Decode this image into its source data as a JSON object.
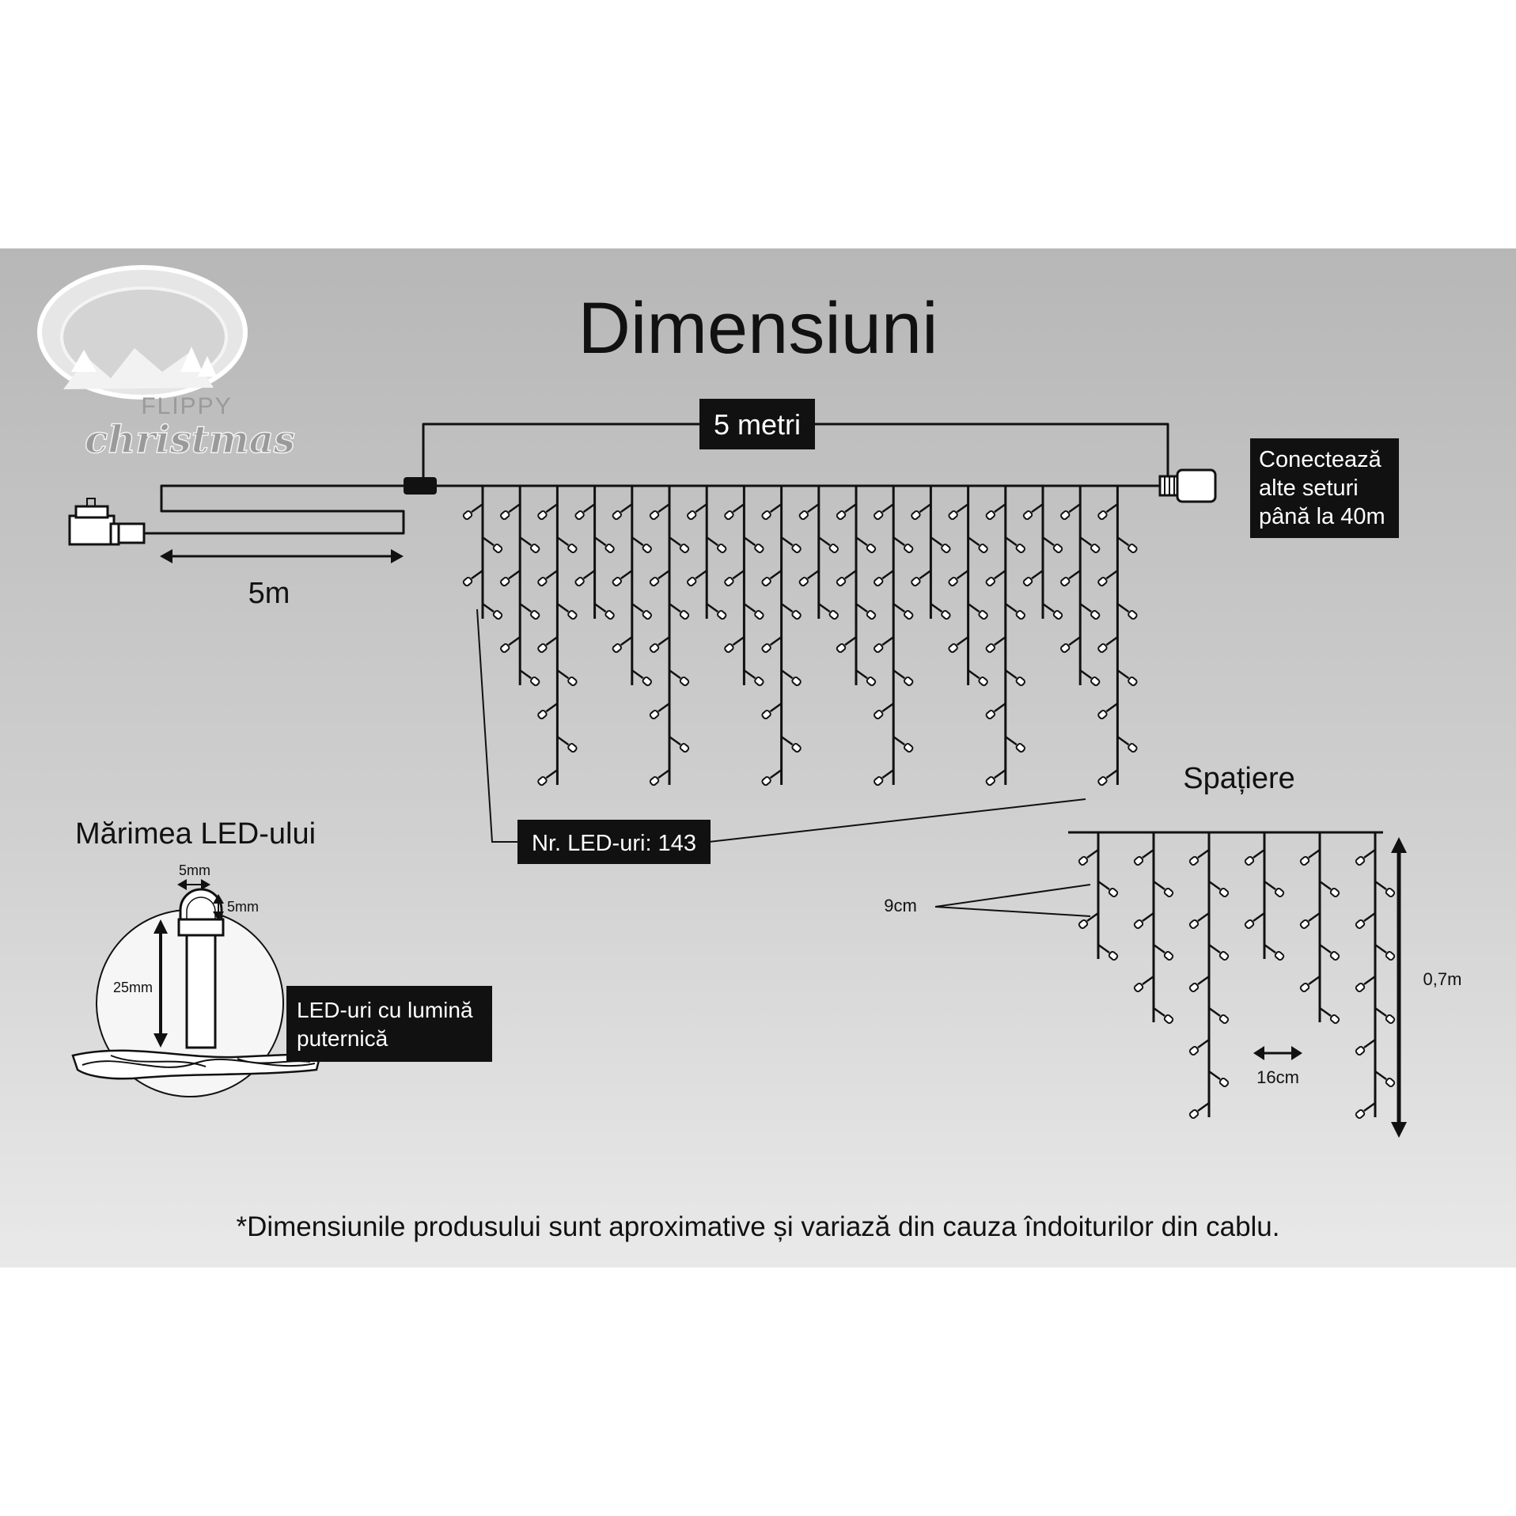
{
  "title": "Dimensiuni",
  "brand": {
    "line1": "FLIPPY",
    "line2": "christmas"
  },
  "length_label": "5 metri",
  "lead_cable_label": "5m",
  "connect_note": [
    "Conectează",
    "alte seturi",
    "până la 40m"
  ],
  "led_count_label": "Nr. LED-uri: 143",
  "led_size": {
    "heading": "Mărimea LED-ului",
    "width_label": "5mm",
    "cap_label": "5mm",
    "height_label": "25mm",
    "note": [
      "LED-uri cu lumină",
      "puternică"
    ]
  },
  "spacing": {
    "heading": "Spațiere",
    "vertical_label": "9cm",
    "horizontal_label": "16cm",
    "drop_label": "0,7m"
  },
  "footnote": "*Dimensiunile produsului sunt aproximative și variază din cauza îndoiturilor din cablu.",
  "colors": {
    "ink": "#111111",
    "panel_top": "#b7b7b7",
    "panel_bottom": "#e9e9e9",
    "label_bg": "#111111"
  },
  "main_pattern": [
    4,
    6,
    9,
    4,
    6,
    9,
    4,
    6,
    9,
    4,
    6,
    9,
    4,
    6,
    9,
    4,
    6,
    9
  ],
  "detail_pattern": [
    4,
    6,
    9,
    4,
    6,
    9
  ]
}
